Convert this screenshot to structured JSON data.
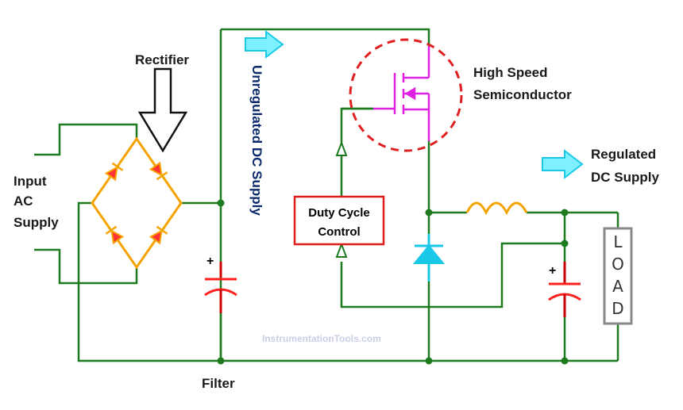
{
  "labels": {
    "rectifier": "Rectifier",
    "input_line1": "Input",
    "input_line2": "AC",
    "input_line3": "Supply",
    "unregulated": "Unregulated DC Supply",
    "high_speed_line1": "High Speed",
    "high_speed_line2": "Semiconductor",
    "regulated_line1": "Regulated",
    "regulated_line2": "DC Supply",
    "duty_line1": "Duty Cycle",
    "duty_line2": "Control",
    "filter": "Filter",
    "load_letters": [
      "L",
      "O",
      "A",
      "D"
    ],
    "plus_sign": "+",
    "watermark": "InstrumentationTools.com"
  },
  "colors": {
    "wire": "#1e7a1e",
    "rectifier_bridge": "#f5a300",
    "diode_fill": "#ff3333",
    "capacitor_plate": "#ff2020",
    "capacitor_lead": "#cc0000",
    "mosfet": "#e020e0",
    "mosfet_highlight": "#e02020",
    "duty_box_border": "#dd1c1c",
    "freewheel_diode": "#19c8e6",
    "inductor": "#f5a300",
    "arrow_cyan": "#7ef0ff",
    "arrow_cyan_stroke": "#1ac8e6",
    "load_border": "#888888"
  }
}
